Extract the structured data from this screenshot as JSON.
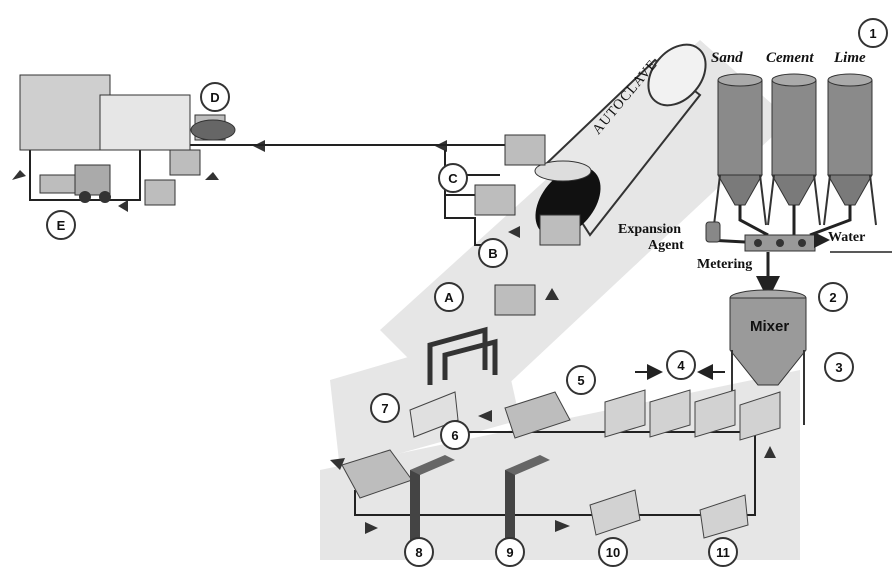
{
  "silos": {
    "sand": "Sand",
    "cement": "Cement",
    "lime": "Lime"
  },
  "labels": {
    "expansion_agent_1": "Expansion",
    "expansion_agent_2": "Agent",
    "water": "Water",
    "metering": "Metering",
    "mixer": "Mixer",
    "autoclave": "AUTOCLAVE"
  },
  "markers": {
    "m1": "1",
    "m2": "2",
    "m3": "3",
    "m4": "4",
    "m5": "5",
    "m6": "6",
    "m7": "7",
    "m8": "8",
    "m9": "9",
    "m10": "10",
    "m11": "11",
    "A": "A",
    "B": "B",
    "C": "C",
    "D": "D",
    "E": "E"
  },
  "colors": {
    "silo": "#8a8a8a",
    "line": "#222222",
    "floor": "#e4e4e4",
    "mold": "#cfcfcf"
  }
}
